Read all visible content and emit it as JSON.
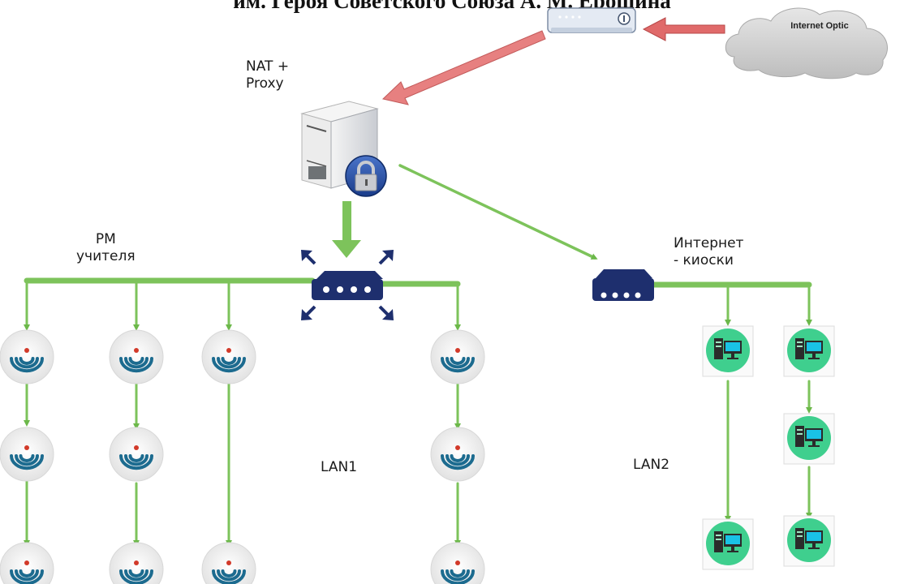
{
  "title": "им. Героя Советского Союза А. М. Ерошина",
  "labels": {
    "cloud": "Internet Optic",
    "nat_line1": "NAT +",
    "nat_line2": "Proxy",
    "teachers_line1": "РМ",
    "teachers_line2": "учителя",
    "kiosks_line1": "Интернет",
    "kiosks_line2": "- киоски",
    "lan1": "LAN1",
    "lan2": "LAN2"
  },
  "icons": {
    "cloud": "cloud-icon",
    "modem": "modem-icon",
    "server": "server-lock-icon",
    "switch": "network-switch-icon",
    "access_point": "wifi-access-point-icon",
    "computer": "computer-icon"
  },
  "colors": {
    "link_green": "#7dc35b",
    "arrow_red": "#e06a6a",
    "device_navy": "#1e2f6e",
    "kiosk_circle": "#3fcf8e",
    "ap_circle": "#eeeeee",
    "ap_waves": "#1c6b8f",
    "ap_dot": "#d23a2a"
  }
}
